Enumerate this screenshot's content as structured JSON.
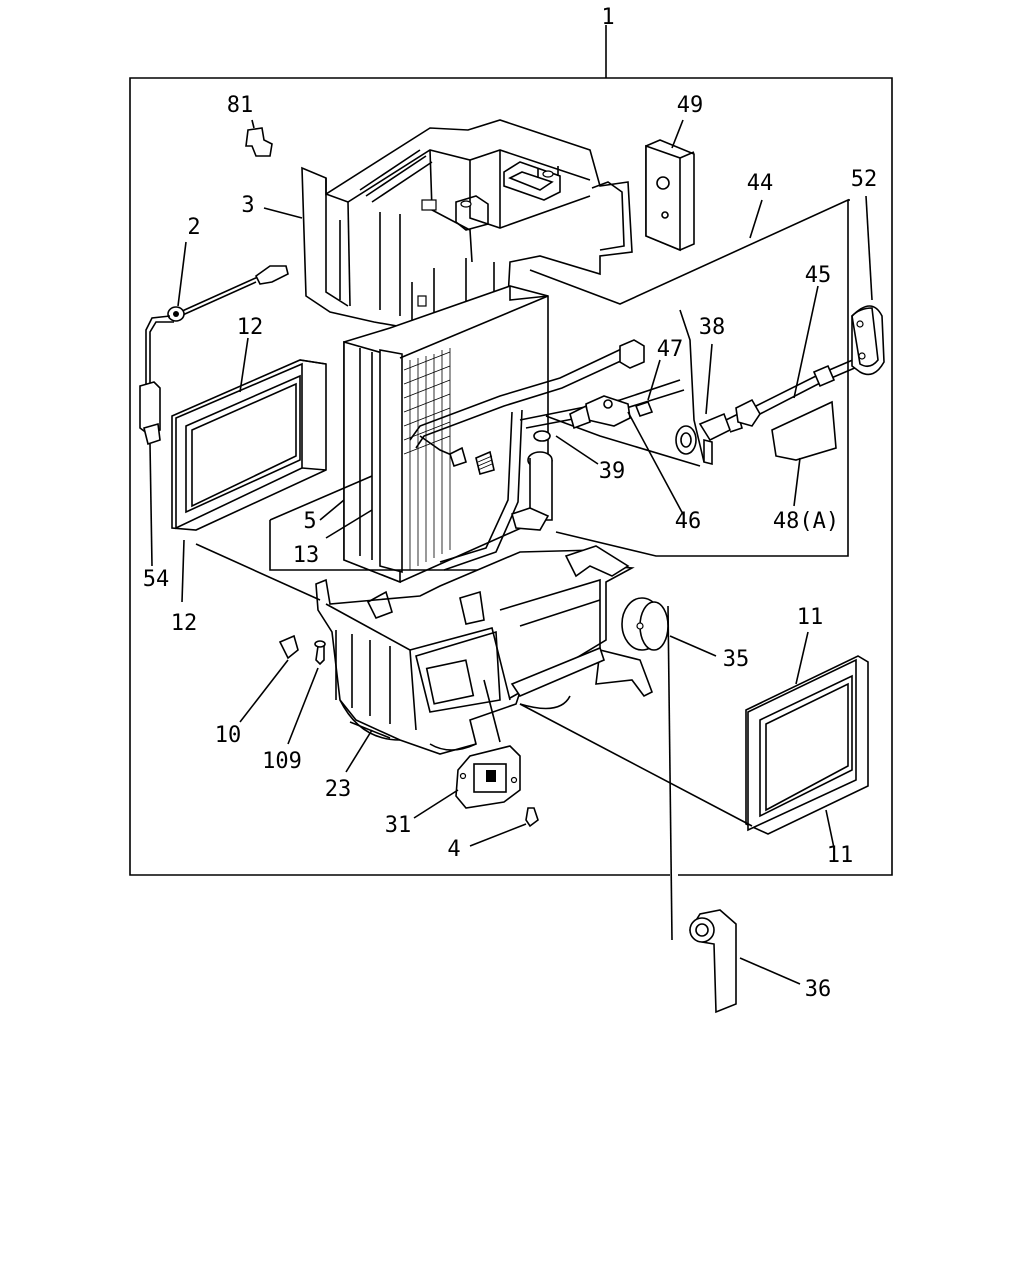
{
  "diagram": {
    "callouts": [
      {
        "id": "1",
        "text": "1"
      },
      {
        "id": "81",
        "text": "81"
      },
      {
        "id": "49",
        "text": "49"
      },
      {
        "id": "3",
        "text": "3"
      },
      {
        "id": "2",
        "text": "2"
      },
      {
        "id": "44",
        "text": "44"
      },
      {
        "id": "52",
        "text": "52"
      },
      {
        "id": "45",
        "text": "45"
      },
      {
        "id": "12a",
        "text": "12"
      },
      {
        "id": "38",
        "text": "38"
      },
      {
        "id": "47",
        "text": "47"
      },
      {
        "id": "39",
        "text": "39"
      },
      {
        "id": "5",
        "text": "5"
      },
      {
        "id": "46",
        "text": "46"
      },
      {
        "id": "48",
        "text": "48(A)"
      },
      {
        "id": "13",
        "text": "13"
      },
      {
        "id": "54",
        "text": "54"
      },
      {
        "id": "12b",
        "text": "12"
      },
      {
        "id": "11a",
        "text": "11"
      },
      {
        "id": "35",
        "text": "35"
      },
      {
        "id": "10",
        "text": "10"
      },
      {
        "id": "109",
        "text": "109"
      },
      {
        "id": "23",
        "text": "23"
      },
      {
        "id": "31",
        "text": "31"
      },
      {
        "id": "4",
        "text": "4"
      },
      {
        "id": "11b",
        "text": "11"
      },
      {
        "id": "36",
        "text": "36"
      }
    ]
  }
}
